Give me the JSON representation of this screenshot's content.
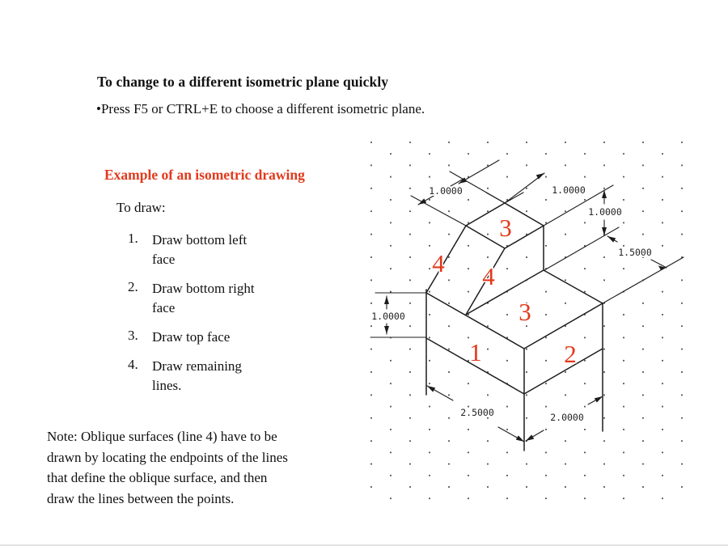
{
  "slide": {
    "title": "To change to a different isometric plane quickly",
    "bullet": "•Press F5 or CTRL+E to choose a different isometric plane.",
    "example_heading": "Example of an isometric drawing",
    "to_draw_label": "To draw:",
    "steps": [
      {
        "num": "1.",
        "lines": [
          "Draw bottom left",
          "face"
        ]
      },
      {
        "num": "2.",
        "lines": [
          "Draw bottom right",
          "face"
        ]
      },
      {
        "num": "3.",
        "lines": [
          "Draw top face"
        ]
      },
      {
        "num": "4.",
        "lines": [
          "Draw remaining",
          "lines."
        ]
      }
    ],
    "note_lines": [
      "Note: Oblique surfaces (line 4) have to be",
      "drawn by locating the endpoints of the lines",
      "that define the oblique surface, and then",
      "draw the lines between the points."
    ]
  },
  "drawing": {
    "dimensions": {
      "top_left": "1.0000",
      "top_right": "1.0000",
      "upper_right_height": "1.0000",
      "depth_right": "1.5000",
      "left_height": "1.0000",
      "bottom_left": "2.5000",
      "bottom_right": "2.0000"
    },
    "face_labels": {
      "top_small": "3",
      "oblique_outer": "4",
      "oblique_inner": "4",
      "top_large": "3",
      "bottom_left": "1",
      "bottom_right": "2"
    },
    "colors": {
      "accent_red": "#e2391c",
      "line": "#1c1c1c",
      "grid_dot": "#4a4a4a"
    }
  }
}
